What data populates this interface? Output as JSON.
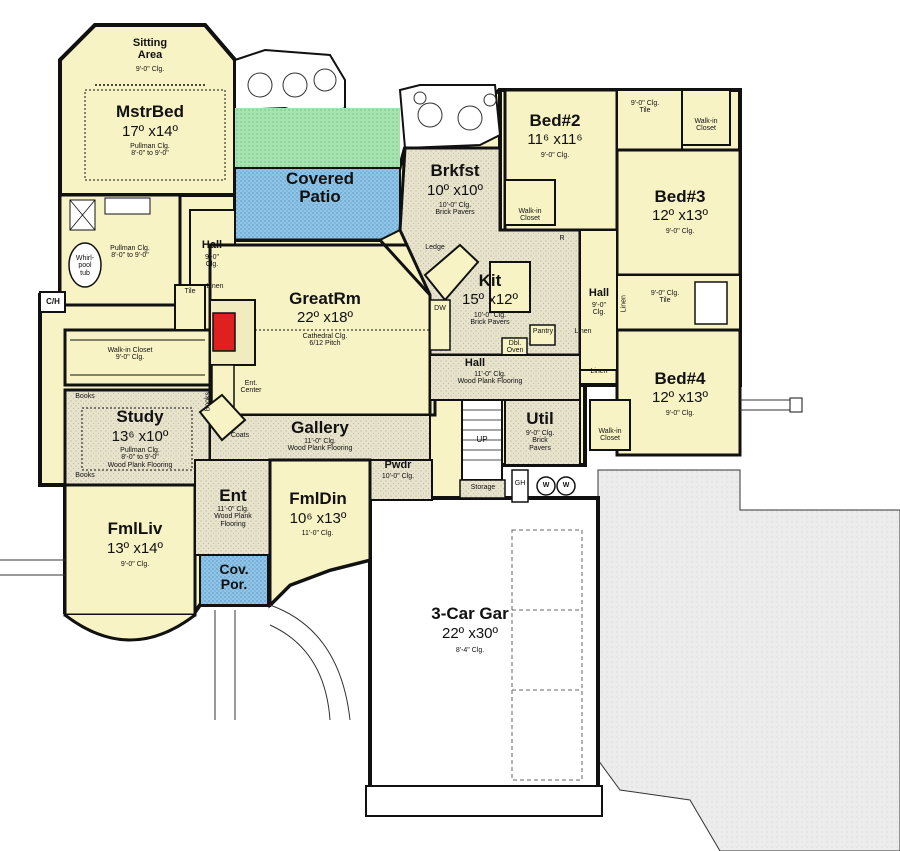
{
  "colors": {
    "room": "#f8f3c5",
    "wall": "#111111",
    "patio": "#8ec5e8",
    "grass": "#9fe0a8",
    "tile": "#e7e1c6",
    "garage": "#ffffff",
    "drive": "#e9e9e9",
    "fireplace": "#e02020",
    "porch": "#8ec5e8"
  },
  "rooms": {
    "sitting": {
      "name": "Sitting\nArea",
      "note": "9'-0\" Clg."
    },
    "mstr": {
      "name": "MstrBed",
      "dim": "17º x14º",
      "note": "Pullman Clg.\n8'-0\" to 9'-0\""
    },
    "patio": {
      "name": "Covered\nPatio"
    },
    "brkfst": {
      "name": "Brkfst",
      "dim": "10º x10º",
      "note": "10'-0\" Clg.\nBrick Pavers"
    },
    "bed2": {
      "name": "Bed#2",
      "dim": "11⁶ x11⁶",
      "note": "9'-0\" Clg."
    },
    "bed3": {
      "name": "Bed#3",
      "dim": "12º x13º",
      "note": "9'-0\" Clg."
    },
    "bed4": {
      "name": "Bed#4",
      "dim": "12º x13º",
      "note": "9'-0\" Clg."
    },
    "great": {
      "name": "GreatRm",
      "dim": "22º x18º",
      "note": "Cathedral Clg.\n6/12 Pitch"
    },
    "kit": {
      "name": "Kit",
      "dim": "15º x12º",
      "note": "10'-0\" Clg.\nBrick Pavers"
    },
    "study": {
      "name": "Study",
      "dim": "13⁶ x10º",
      "note": "Pullman Clg.\n8'-0\" to 9'-0\"\nWood Plank Flooring"
    },
    "gallery": {
      "name": "Gallery",
      "note": "11'-0\" Clg.\nWood Plank Flooring"
    },
    "fmlliv": {
      "name": "FmlLiv",
      "dim": "13º x14º",
      "note": "9'-0\" Clg."
    },
    "ent": {
      "name": "Ent",
      "note": "11'-0\" Clg.\nWood Plank\nFlooring"
    },
    "fmldin": {
      "name": "FmlDin",
      "dim": "10⁶ x13º",
      "note": "11'-0\" Clg."
    },
    "porch": {
      "name": "Cov.\nPor."
    },
    "garage": {
      "name": "3-Car Gar",
      "dim": "22º x30º",
      "note": "8'-4\" Clg."
    },
    "util": {
      "name": "Util",
      "note": "9'-0\" Clg.\nBrick\nPavers"
    },
    "pwdr": {
      "name": "Pwdr",
      "note": "10'-0\" Clg."
    },
    "hall_top": {
      "name": "Hall",
      "note": "9'-0\"\nClg."
    },
    "hall_right": {
      "name": "Hall",
      "note": "9'-0\"\nClg."
    },
    "hall_center": {
      "name": "Hall",
      "note": "11'-0\" Clg.\nWood Plank Flooring"
    }
  },
  "small_labels": {
    "walkin_mstr": "Walk-in Closet\n9'-0\" Clg.",
    "walkin_bed2": "Walk-in\nCloset",
    "walkin_bed3": "Walk-in\nCloset",
    "walkin_bed4": "Walk-in\nCloset",
    "bath_mstr": "Pullman Clg.\n8'-0\" to 9'-0\"",
    "whirlpool": "Whirl-\npool\ntub",
    "bath_bed2": "9'-0\" Clg.\nTile",
    "bath_bed3": "9'-0\" Clg.\nTile",
    "ch": "C/H",
    "tile": "Tile",
    "linen1": "Linen",
    "linen2": "Linen",
    "linen3": "Linen",
    "linen4": "Linen",
    "books1": "Books",
    "books2": "Books",
    "books3": "Books",
    "coats": "Coats",
    "ent_center": "Ent.\nCenter",
    "ledge": "Ledge",
    "dw": "DW",
    "pantry": "Pantry",
    "dbl_oven": "Dbl.\nOven",
    "up": "UP",
    "storage": "Storage",
    "gh": "GH",
    "w1": "W",
    "w2": "W",
    "r": "R"
  }
}
